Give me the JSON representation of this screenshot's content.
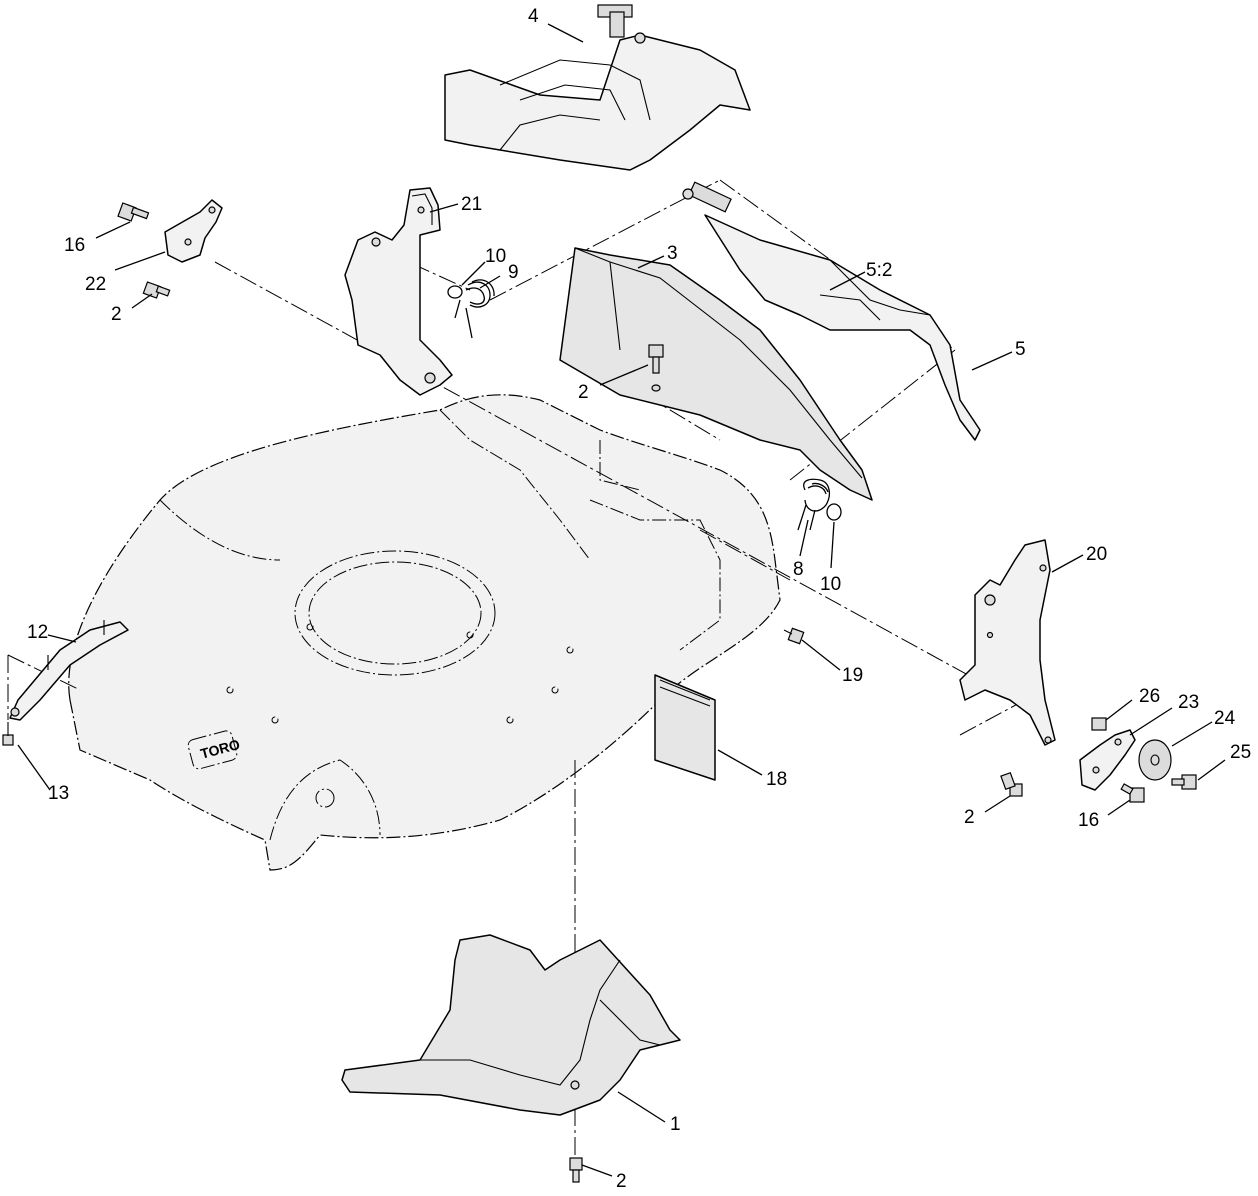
{
  "callouts": [
    {
      "id": "c4",
      "label": "4"
    },
    {
      "id": "c21",
      "label": "21"
    },
    {
      "id": "c16a",
      "label": "16"
    },
    {
      "id": "c22",
      "label": "22"
    },
    {
      "id": "c2a",
      "label": "2"
    },
    {
      "id": "c10a",
      "label": "10"
    },
    {
      "id": "c9",
      "label": "9"
    },
    {
      "id": "c3",
      "label": "3"
    },
    {
      "id": "c52",
      "label": "5:2"
    },
    {
      "id": "c5",
      "label": "5"
    },
    {
      "id": "c2b",
      "label": "2"
    },
    {
      "id": "c8",
      "label": "8"
    },
    {
      "id": "c10b",
      "label": "10"
    },
    {
      "id": "c20",
      "label": "20"
    },
    {
      "id": "c12",
      "label": "12"
    },
    {
      "id": "c19",
      "label": "19"
    },
    {
      "id": "c26",
      "label": "26"
    },
    {
      "id": "c23",
      "label": "23"
    },
    {
      "id": "c24",
      "label": "24"
    },
    {
      "id": "c25",
      "label": "25"
    },
    {
      "id": "c13",
      "label": "13"
    },
    {
      "id": "c18",
      "label": "18"
    },
    {
      "id": "c2c",
      "label": "2"
    },
    {
      "id": "c16b",
      "label": "16"
    },
    {
      "id": "c1",
      "label": "1"
    },
    {
      "id": "c2d",
      "label": "2"
    }
  ]
}
